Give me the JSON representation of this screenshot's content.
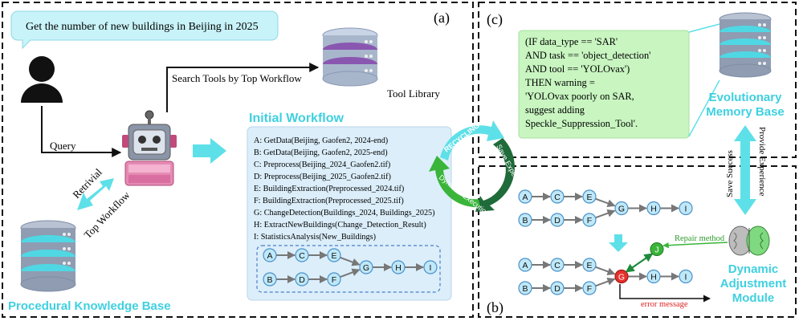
{
  "panels": {
    "a": {
      "label": "(a)"
    },
    "b": {
      "label": "(b)"
    },
    "c": {
      "label": "(c)"
    }
  },
  "query_bubble": "Get the number of new buildings in Beijing in 2025",
  "edges_text": {
    "query": "Query",
    "search_tools": "Search Tools by Top Workflow",
    "retrieval": "Retrivial",
    "top_workflow": "Top Workflow"
  },
  "tool_library": "Tool Library",
  "procedural_kb": "Procedural Knowledge Base",
  "initial_workflow": {
    "title": "Initial Workflow",
    "steps": [
      "A: GetData(Beijing, Gaofen2, 2024-end)",
      "B: GetData(Beijing, Gaofen2, 2025-end)",
      "C: Preprocess(Beijing_2024_Gaofen2.tif)",
      "D: Preprocess(Beijing_2025_Gaofen2.tif)",
      "E: BuildingExtraction(Preprocessed_2024.tif)",
      "F: BuildingExtraction(Preprocessed_2025.tif)",
      "G: ChangeDetection(Buildings_2024, Buildings_2025)",
      "H: ExtractNewBuildings(Change_Detection_Result)",
      "I: StatisticsAnalysis(New_Buildings)"
    ]
  },
  "cycle": {
    "recycling": "RECYCLING",
    "save_experience": "Save Experience",
    "dynamic_execution": "Dynamic Execution"
  },
  "rule_box": [
    "(IF data_type == 'SAR'",
    "AND task == 'object_detection'",
    " AND tool == 'YOLOvax')",
    "THEN warning =",
    "'YOLOvax poorly on SAR,",
    "suggest adding",
    " Speckle_Suppression_Tool'."
  ],
  "evolutionary_memory": [
    "Evolutionary",
    "Memory Base"
  ],
  "save_success": "Save Success",
  "provide_experience": "Provide Experience",
  "dynamic_module": [
    "Dynamic",
    "Adjustment",
    "Module"
  ],
  "repair_method": "Repair method",
  "error_message": "error message",
  "nodes": {
    "A": "A",
    "B": "B",
    "C": "C",
    "D": "D",
    "E": "E",
    "F": "F",
    "G": "G",
    "H": "H",
    "I": "I",
    "J": "J"
  },
  "colors": {
    "cyan": "#5ee0e8",
    "cyan_text": "#3fd0e0",
    "node_fill": "#bfe8f8",
    "node_stroke": "#4a90c8",
    "error_red": "#e8302c",
    "repair_green": "#3ab53a",
    "dark_green": "#1f6b3a",
    "rule_bg": "#c8f5c0"
  }
}
